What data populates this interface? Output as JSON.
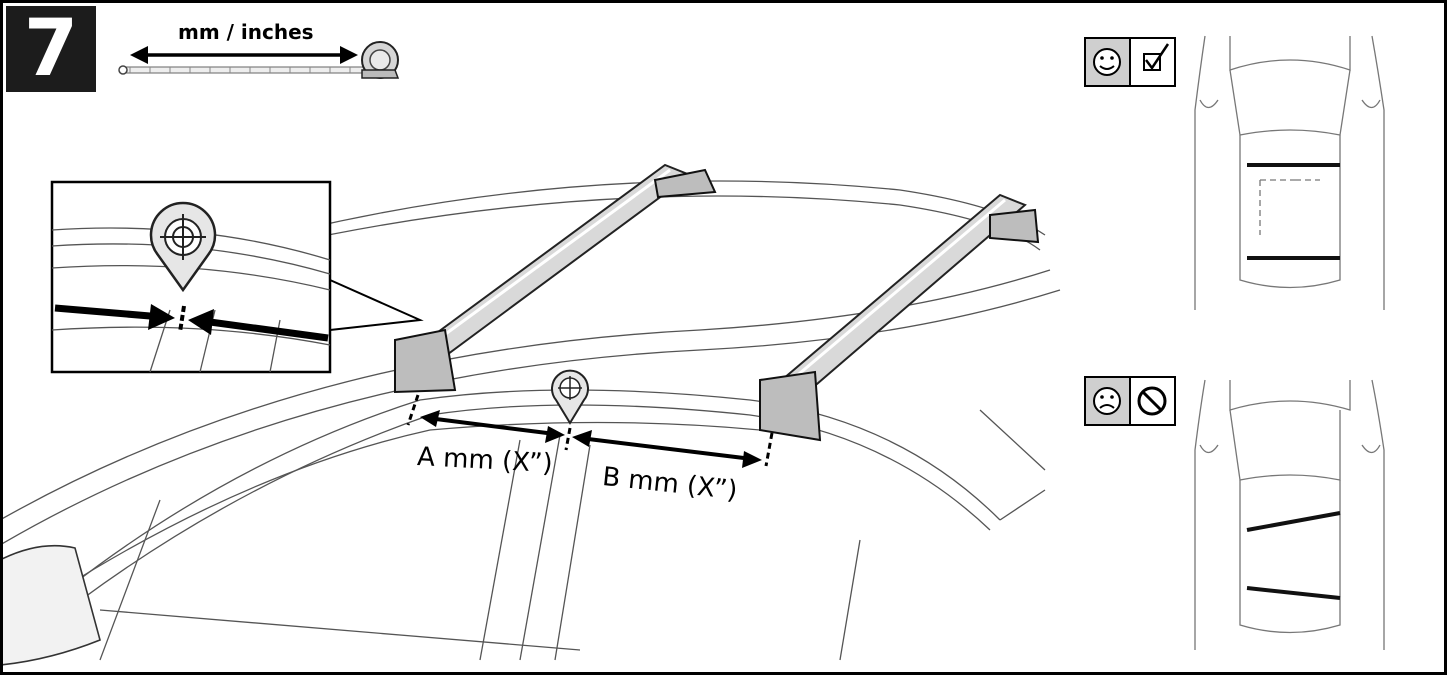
{
  "step": {
    "number": "7"
  },
  "measure": {
    "label": "mm / inches"
  },
  "dimensions": {
    "a_label": "A mm (X”)",
    "b_label": "B mm (X”)"
  },
  "icons": {
    "approve": [
      "smiley-face-icon",
      "checked-box-icon"
    ],
    "reject": [
      "sad-face-icon",
      "prohibited-icon"
    ]
  },
  "colors": {
    "ink": "#1c1c1c",
    "bar": "#d4d4d4",
    "panel_grey": "#cfcfcf"
  }
}
